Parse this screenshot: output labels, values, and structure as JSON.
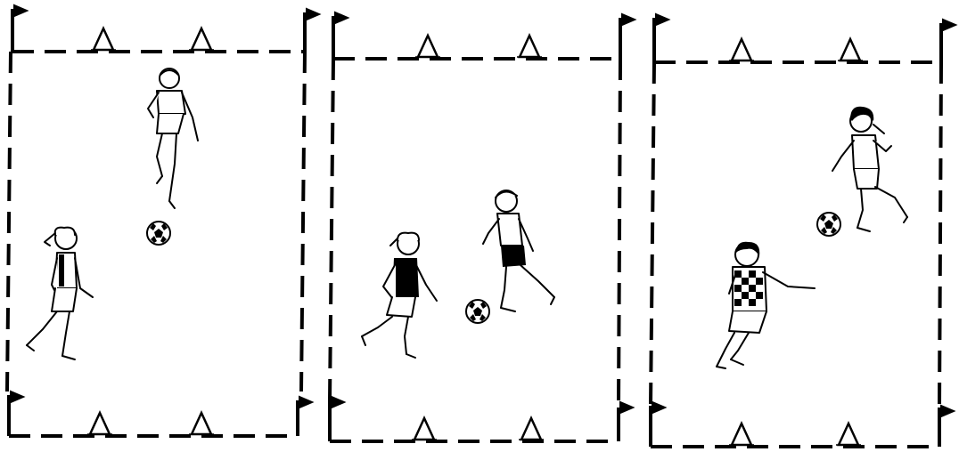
{
  "diagram": {
    "colors": {
      "ink": "#000000",
      "background": "#ffffff"
    },
    "grids": [
      {
        "id": "grid-1",
        "players": 2,
        "balls": 1,
        "cones": 4,
        "corner_flags": 4
      },
      {
        "id": "grid-2",
        "players": 2,
        "balls": 1,
        "cones": 4,
        "corner_flags": 4
      },
      {
        "id": "grid-3",
        "players": 2,
        "balls": 1,
        "cones": 4,
        "corner_flags": 4
      }
    ]
  }
}
